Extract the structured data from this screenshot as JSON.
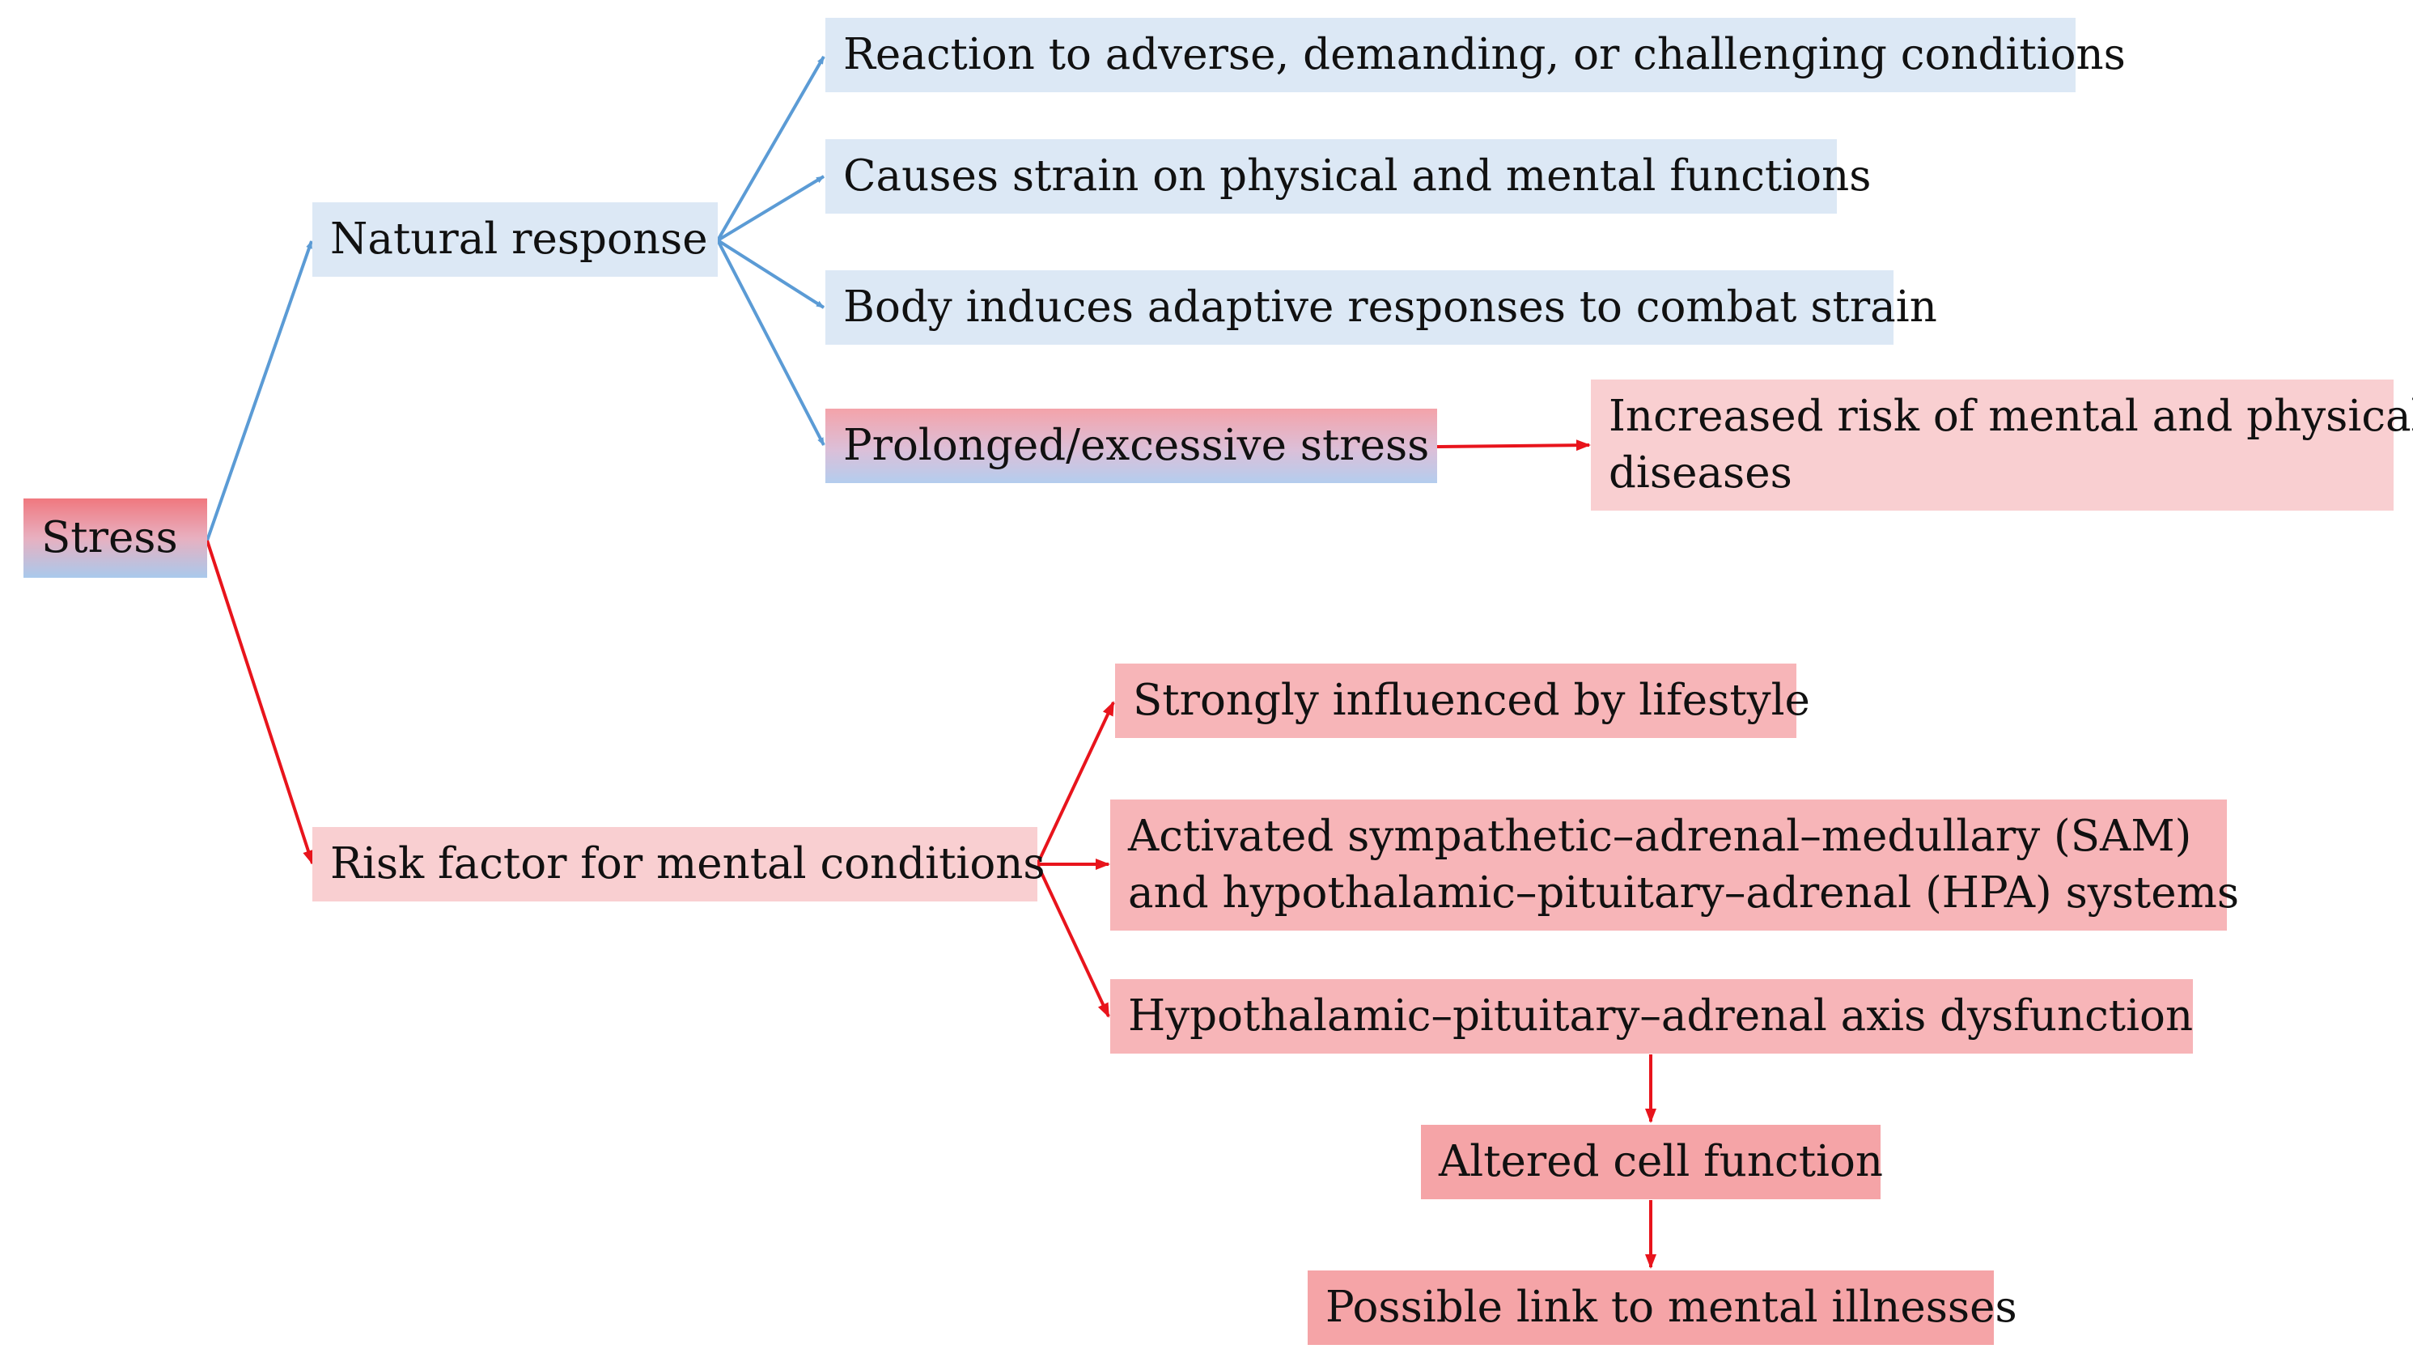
{
  "diagram": {
    "root": {
      "label": "Stress"
    },
    "natural_branch": {
      "label": "Natural response",
      "children": [
        "Reaction to adverse, demanding, or challenging conditions",
        "Causes strain on physical and mental functions",
        "Body induces adaptive responses to combat strain",
        "Prolonged/excessive stress"
      ],
      "prolonged_outcome": {
        "line1": "Increased risk of mental and physical",
        "line2": "diseases"
      }
    },
    "risk_branch": {
      "label": "Risk factor for mental conditions",
      "children": {
        "lifestyle": "Strongly influenced by lifestyle",
        "systems_line1": "Activated sympathetic–adrenal–medullary (SAM)",
        "systems_line2": "and hypothalamic–pituitary–adrenal (HPA) systems",
        "hpa_dysfunction": "Hypothalamic–pituitary–adrenal axis dysfunction"
      },
      "chain": [
        "Altered cell function",
        "Possible link to mental illnesses"
      ]
    },
    "colors": {
      "blue_box": "#dce8f5",
      "pink_box": "#f9cfd1",
      "blue_arrow": "#5b9bd5",
      "red_arrow": "#e8141c"
    }
  }
}
